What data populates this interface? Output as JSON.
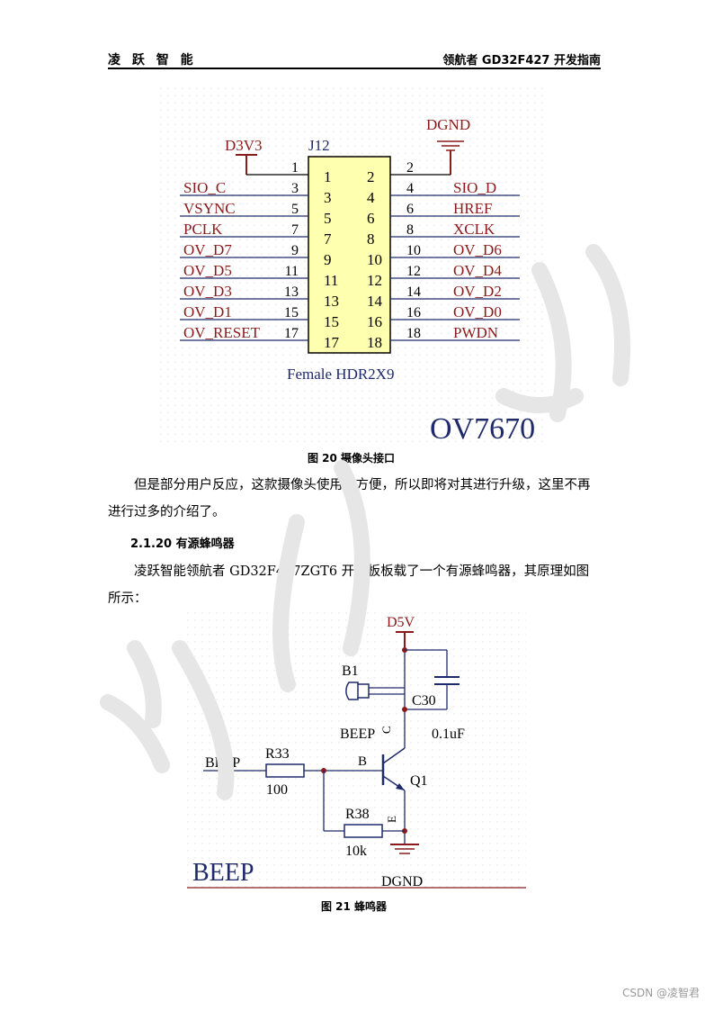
{
  "header": {
    "left": "凌 跃 智 能",
    "right": "领航者 GD32F427 开发指南"
  },
  "fig20": {
    "caption": "图 20 摄像头接口",
    "ref": "J12",
    "footprint": "Female HDR2X9",
    "title": "OV7670",
    "power": "D3V3",
    "ground": "DGND",
    "pins_left": [
      {
        "net": "",
        "n": "1"
      },
      {
        "net": "SIO_C",
        "n": "3"
      },
      {
        "net": "VSYNC",
        "n": "5"
      },
      {
        "net": "PCLK",
        "n": "7"
      },
      {
        "net": "OV_D7",
        "n": "9"
      },
      {
        "net": "OV_D5",
        "n": "11"
      },
      {
        "net": "OV_D3",
        "n": "13"
      },
      {
        "net": "OV_D1",
        "n": "15"
      },
      {
        "net": "OV_RESET",
        "n": "17"
      }
    ],
    "pins_right": [
      {
        "net": "",
        "n": "2"
      },
      {
        "net": "SIO_D",
        "n": "4"
      },
      {
        "net": "HREF",
        "n": "6"
      },
      {
        "net": "XCLK",
        "n": "8"
      },
      {
        "net": "OV_D6",
        "n": "10"
      },
      {
        "net": "OV_D4",
        "n": "12"
      },
      {
        "net": "OV_D2",
        "n": "14"
      },
      {
        "net": "OV_D0",
        "n": "16"
      },
      {
        "net": "PWDN",
        "n": "18"
      }
    ]
  },
  "para1": "但是部分用户反应，这款摄像头使用不方便，所以即将对其进行升级，这里不再进行过多的介绍了。",
  "section": "2.1.20  有源蜂鸣器",
  "para2": "凌跃智能领航者 GD32F427ZGT6 开发板板载了一个有源蜂鸣器，其原理如图所示：",
  "fig21": {
    "caption": "图 21  蜂鸣器",
    "power": "D5V",
    "ground": "DGND",
    "b1": "B1",
    "b1_net": "BEEP",
    "c30": "C30",
    "c30_val": "0.1uF",
    "net_in": "BEEP",
    "r33": "R33",
    "r33_val": "100",
    "r38": "R38",
    "r38_val": "10k",
    "q1": "Q1",
    "pin_b": "B",
    "pin_c": "C",
    "pin_e": "E",
    "title": "BEEP"
  },
  "footer": "CSDN @凌智君"
}
